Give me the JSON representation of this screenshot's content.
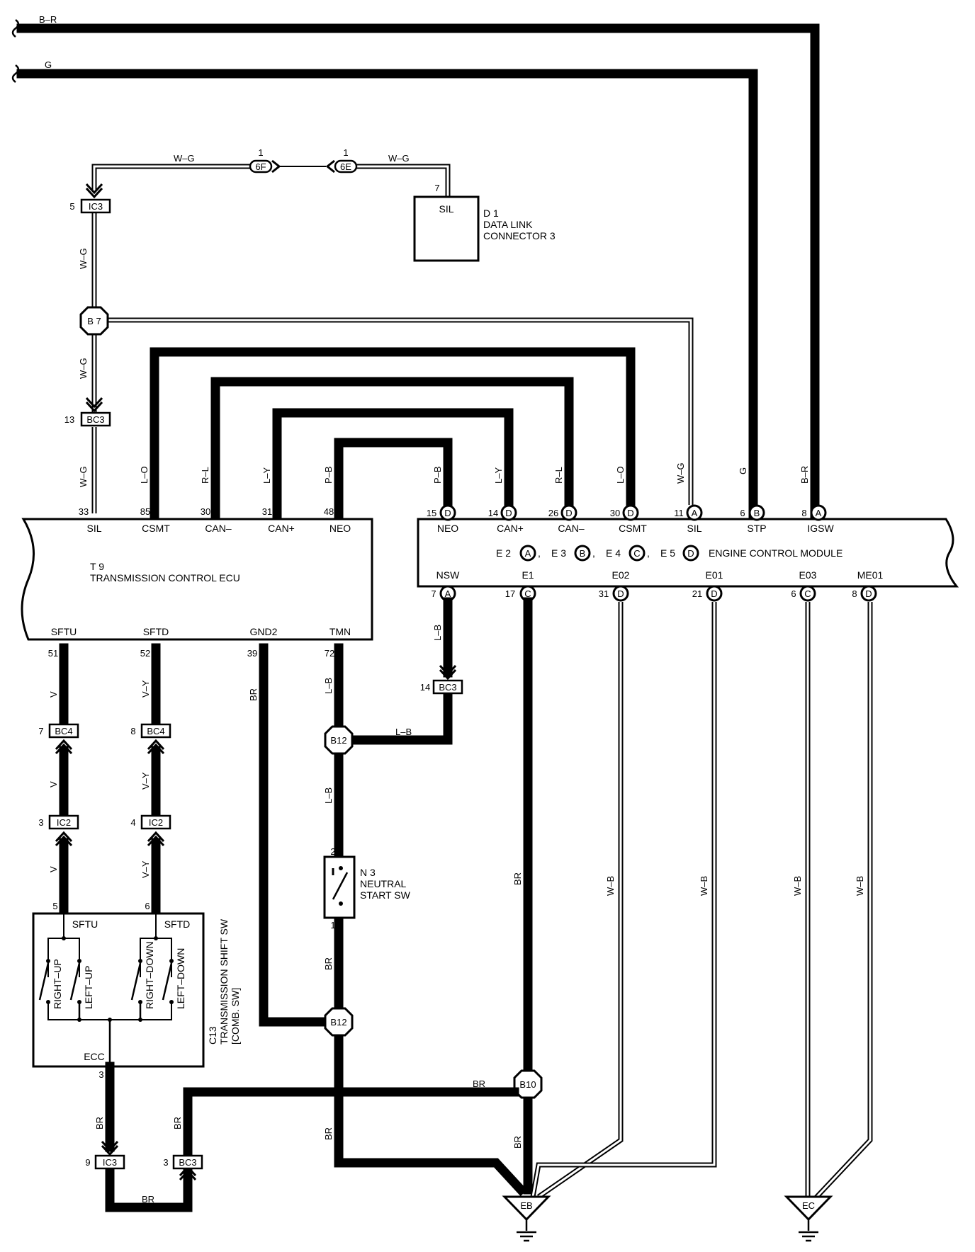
{
  "wires": {
    "b_r_top": "B–R",
    "g_top": "G",
    "w_g_left": "W–G",
    "w_g_right": "W–G",
    "w_g_v1": "W–G",
    "w_g_v2": "W–G",
    "w_g_v3": "W–G",
    "l_o_left": "L–O",
    "r_l_left": "R–L",
    "l_y_left": "L–Y",
    "p_b_left": "P–B",
    "p_b_right": "P–B",
    "l_y_right": "L–Y",
    "r_l_right": "R–L",
    "l_o_right": "L–O",
    "w_g_sil": "W–G",
    "g_stp": "G",
    "b_r_igsw": "B–R",
    "l_b_nsw": "L–B",
    "v_1": "V",
    "v_y_1": "V–Y",
    "br_gnd2": "BR",
    "l_b_tmn": "L–B",
    "l_b_h": "L–B",
    "v_2": "V",
    "v_y_2": "V–Y",
    "l_b_2": "L–B",
    "v_3": "V",
    "v_y_3": "V–Y",
    "br_e1": "BR",
    "w_b_1": "W–B",
    "w_b_2": "W–B",
    "w_b_3": "W–B",
    "w_b_4": "W–B",
    "br_sw": "BR",
    "br_b10": "BR",
    "br_left1": "BR",
    "br_left2": "BR",
    "br_left3": "BR",
    "br_b10_down": "BR",
    "br_bottom": "BR"
  },
  "connectors": {
    "ic3_top": "IC3",
    "ic3_top_pin": "5",
    "conn_6f": "6F",
    "conn_6f_pin": "1",
    "conn_6e": "6E",
    "conn_6e_pin": "1",
    "bc3_13": "BC3",
    "bc3_13_pin": "13",
    "bc3_14": "BC3",
    "bc3_14_pin": "14",
    "bc4_7": "BC4",
    "bc4_7_pin": "7",
    "bc4_8": "BC4",
    "bc4_8_pin": "8",
    "ic2_3": "IC2",
    "ic2_3_pin": "3",
    "ic2_4": "IC2",
    "ic2_4_pin": "4",
    "ic3_9": "IC3",
    "ic3_9_pin": "9",
    "bc3_3": "BC3",
    "bc3_3_pin": "3"
  },
  "junctions": {
    "b7": "B 7",
    "b12_top": "B12",
    "b12_bottom": "B12",
    "b10": "B10"
  },
  "dlc": {
    "pin_num": "7",
    "pin": "SIL",
    "id": "D 1",
    "name1": "DATA LINK",
    "name2": "CONNECTOR 3"
  },
  "tcu": {
    "id": "T 9",
    "name": "TRANSMISSION CONTROL ECU",
    "top_pins": [
      {
        "num": "33",
        "name": "SIL"
      },
      {
        "num": "85",
        "name": "CSMT"
      },
      {
        "num": "30",
        "name": "CAN–"
      },
      {
        "num": "31",
        "name": "CAN+"
      },
      {
        "num": "48",
        "name": "NEO"
      }
    ],
    "bottom_pins": [
      {
        "num": "51",
        "name": "SFTU"
      },
      {
        "num": "52",
        "name": "SFTD"
      },
      {
        "num": "39",
        "name": "GND2"
      },
      {
        "num": "72",
        "name": "TMN"
      }
    ]
  },
  "ecm": {
    "name": "ENGINE CONTROL MODULE",
    "connectors": [
      {
        "id": "E 2",
        "letter": "A"
      },
      {
        "id": "E 3",
        "letter": "B"
      },
      {
        "id": "E 4",
        "letter": "C"
      },
      {
        "id": "E 5",
        "letter": "D"
      }
    ],
    "sep": ",",
    "top_pins": [
      {
        "num": "15",
        "letter": "D",
        "name": "NEO"
      },
      {
        "num": "14",
        "letter": "D",
        "name": "CAN+"
      },
      {
        "num": "26",
        "letter": "D",
        "name": "CAN–"
      },
      {
        "num": "30",
        "letter": "D",
        "name": "CSMT"
      },
      {
        "num": "11",
        "letter": "A",
        "name": "SIL"
      },
      {
        "num": "6",
        "letter": "B",
        "name": "STP"
      },
      {
        "num": "8",
        "letter": "A",
        "name": "IGSW"
      }
    ],
    "bottom_pins": [
      {
        "num": "7",
        "letter": "A",
        "name": "NSW"
      },
      {
        "num": "17",
        "letter": "C",
        "name": "E1"
      },
      {
        "num": "31",
        "letter": "D",
        "name": "E02"
      },
      {
        "num": "21",
        "letter": "D",
        "name": "E01"
      },
      {
        "num": "6",
        "letter": "C",
        "name": "E03"
      },
      {
        "num": "8",
        "letter": "D",
        "name": "ME01"
      }
    ]
  },
  "neutral_sw": {
    "pin_top": "2",
    "pin_bottom": "1",
    "id": "N 3",
    "name1": "NEUTRAL",
    "name2": "START SW"
  },
  "shift_sw": {
    "pin_sftu": "5",
    "pin_sftd": "6",
    "pin_ecc": "3",
    "sftu": "SFTU",
    "sftd": "SFTD",
    "ecc": "ECC",
    "right_up": "RIGHT–UP",
    "left_up": "LEFT–UP",
    "right_down": "RIGHT–DOWN",
    "left_down": "LEFT–DOWN",
    "id": "C13",
    "name1": "TRANSMISSION SHIFT SW",
    "name2": "[COMB. SW]"
  },
  "grounds": {
    "eb": "EB",
    "ec": "EC"
  }
}
